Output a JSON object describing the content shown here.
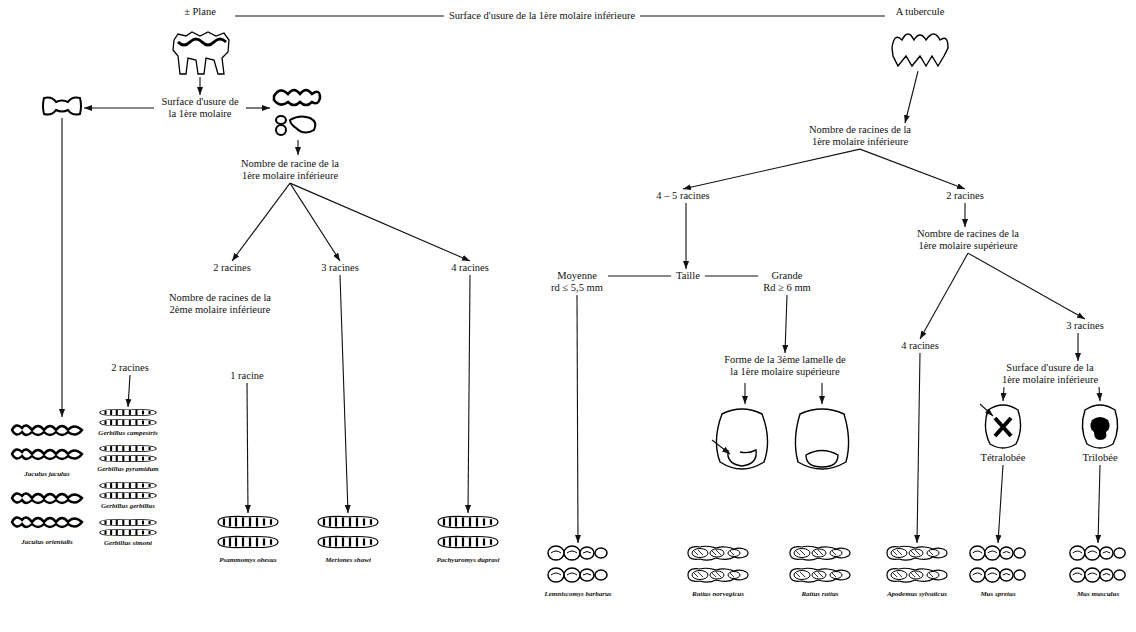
{
  "diagram": {
    "nodes": [
      {
        "text": [
          "± Plane"
        ]
      },
      {
        "text": [
          "Surface d'usure de la 1ère molaire inférieure"
        ]
      },
      {
        "text": [
          "A tubercule"
        ]
      },
      {
        "text": [
          "Surface d'usure de la 1ère molaire"
        ]
      },
      {
        "text": [
          "Nombre de racine de la 1ère molaire inférieure"
        ]
      },
      {
        "text": [
          "Nombre de racines de la 1ère molaire inférieure"
        ]
      },
      {
        "text": [
          "4 – 5 racines"
        ]
      },
      {
        "text": [
          "2 racines"
        ]
      },
      {
        "text": [
          "2 racines"
        ]
      },
      {
        "text": [
          "3 racines"
        ]
      },
      {
        "text": [
          "4 racines"
        ]
      },
      {
        "text": [
          "Nombre de racines de la 2ème molaire inférieure"
        ]
      },
      {
        "text": [
          "Moyenne",
          "rd ≤ 5,5 mm"
        ]
      },
      {
        "text": [
          "Taille"
        ]
      },
      {
        "text": [
          "Grande",
          "Rd ≥ 6 mm"
        ]
      },
      {
        "text": [
          "Nombre de racines de la 1ère molaire supérieure"
        ]
      },
      {
        "text": [
          "2 racines"
        ]
      },
      {
        "text": [
          "1 racine"
        ]
      },
      {
        "text": [
          "4 racines"
        ]
      },
      {
        "text": [
          "3 racines"
        ]
      },
      {
        "text": [
          "Forme de la 3ème lamelle de la 1ère molaire supérieure"
        ]
      },
      {
        "text": [
          "Surface d'usure de la 1ère molaire inférieure"
        ]
      },
      {
        "text": [
          "Tétralobée"
        ]
      },
      {
        "text": [
          "Trilobée"
        ]
      },
      {
        "text": [
          "Jaculus jaculus"
        ]
      },
      {
        "text": [
          "Jaculus orientalis"
        ]
      },
      {
        "text": [
          "Gerbillus campestris"
        ]
      },
      {
        "text": [
          "Gerbillus pyramidum"
        ]
      },
      {
        "text": [
          "Gerbillus gerbillus"
        ]
      },
      {
        "text": [
          "Gerbillus simoni"
        ]
      },
      {
        "text": [
          "Psammomys obesus"
        ]
      },
      {
        "text": [
          "Meriones shawi"
        ]
      },
      {
        "text": [
          "Pachyuromys duprasi"
        ]
      },
      {
        "text": [
          "Lemniscomys barbarus"
        ]
      },
      {
        "text": [
          "Rattus norvegicus"
        ]
      },
      {
        "text": [
          "Rattus rattus"
        ]
      },
      {
        "text": [
          "Apodemus sylvaticus"
        ]
      },
      {
        "text": [
          "Mus spretus"
        ]
      },
      {
        "text": [
          "Mus musculus"
        ]
      }
    ],
    "edges": [
      {
        "from": 0,
        "to": 1,
        "arrow": "none"
      },
      {
        "from": 1,
        "to": 2,
        "arrow": "none"
      },
      {
        "from": 0,
        "to": 3,
        "arrow": "to"
      },
      {
        "from": 2,
        "to": 5,
        "arrow": "to"
      },
      {
        "from": 4,
        "to": 8,
        "arrow": "to"
      },
      {
        "from": 4,
        "to": 9,
        "arrow": "to"
      },
      {
        "from": 4,
        "to": 10,
        "arrow": "to"
      },
      {
        "from": 16,
        "to": 26,
        "arrow": "to"
      },
      {
        "from": 17,
        "to": 30,
        "arrow": "to"
      },
      {
        "from": 9,
        "to": 31,
        "arrow": "to"
      },
      {
        "from": 10,
        "to": 32,
        "arrow": "to"
      },
      {
        "from": 5,
        "to": 6,
        "arrow": "to"
      },
      {
        "from": 5,
        "to": 7,
        "arrow": "to"
      },
      {
        "from": 6,
        "to": 13,
        "arrow": "to"
      },
      {
        "from": 12,
        "to": 13,
        "arrow": "none"
      },
      {
        "from": 13,
        "to": 14,
        "arrow": "none"
      },
      {
        "from": 12,
        "to": 33,
        "arrow": "to"
      },
      {
        "from": 14,
        "to": 20,
        "arrow": "to"
      },
      {
        "from": 7,
        "to": 15,
        "arrow": "to"
      },
      {
        "from": 15,
        "to": 18,
        "arrow": "to"
      },
      {
        "from": 15,
        "to": 19,
        "arrow": "to"
      },
      {
        "from": 18,
        "to": 36,
        "arrow": "to"
      },
      {
        "from": 19,
        "to": 21,
        "arrow": "to"
      },
      {
        "from": 21,
        "to": 22,
        "arrow": "to"
      },
      {
        "from": 21,
        "to": 23,
        "arrow": "to"
      },
      {
        "from": 22,
        "to": 37,
        "arrow": "to"
      },
      {
        "from": 23,
        "to": 38,
        "arrow": "to"
      }
    ]
  }
}
